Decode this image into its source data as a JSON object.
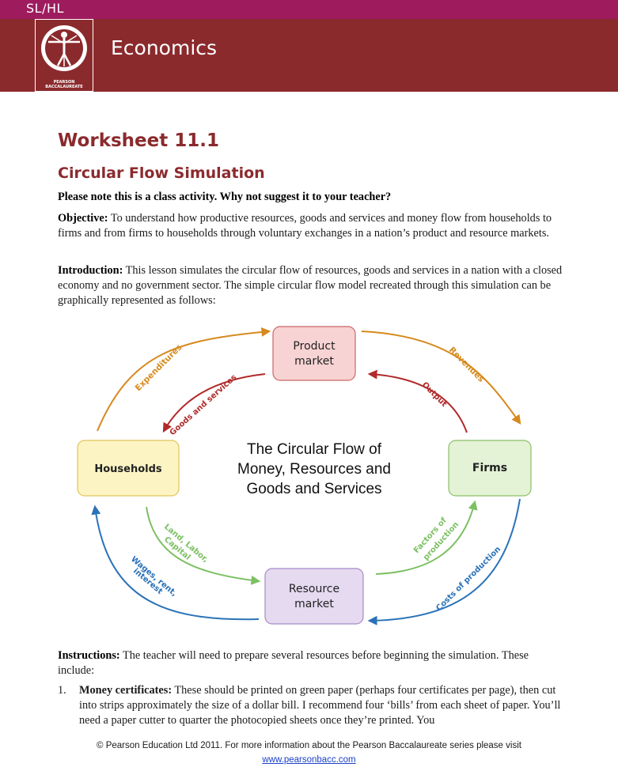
{
  "header": {
    "level": "SL/HL",
    "subject": "Economics",
    "logo_text": [
      "PEARSON",
      "BACCALAUREATE"
    ]
  },
  "worksheet": {
    "title": "Worksheet 11.1",
    "subtitle": "Circular Flow Simulation",
    "note": "Please note this is a class activity. Why not suggest it to your teacher?",
    "objective_label": "Objective:",
    "objective_text": " To understand how productive resources, goods and services and money flow from households to firms and from firms to households through voluntary exchanges in a nation’s product and resource markets.",
    "intro_label": "Introduction:",
    "intro_text": " This lesson simulates the circular flow of resources, goods and services in a nation with a closed economy and no government sector. The simple circular flow model recreated through this simulation can be graphically represented as follows:",
    "instructions_label": "Instructions:",
    "instructions_text": " The teacher will need to prepare several resources before beginning the simulation. These include:",
    "item1_num": "1.",
    "item1_label": "Money certificates:",
    "item1_text": " These should be printed on green paper (perhaps four certificates per page), then cut into strips approximately the size of a dollar bill. I recommend four ‘bills’ from each sheet of paper. You’ll need a paper cutter to quarter the photocopied sheets once they’re printed. You"
  },
  "diagram": {
    "title_lines": [
      "The Circular Flow of",
      "Money, Resources and",
      "Goods and Services"
    ],
    "nodes": {
      "product_market": [
        "Product",
        "market"
      ],
      "households": "Households",
      "firms": "Firms",
      "resource_market": [
        "Resource",
        "market"
      ]
    },
    "flows": {
      "expenditures": "Expenditures",
      "revenues": "Revenues",
      "goods_services": "Goods and services",
      "output": "Output",
      "land_labor_capital": [
        "Land, Labor,",
        "Capital"
      ],
      "factors_production": [
        "Factors of",
        "production"
      ],
      "wages_rent_interest": [
        "Wages, rent,",
        "interest"
      ],
      "costs_production": "Costs of production"
    },
    "colors": {
      "product": "#f8d3d3",
      "product_border": "#cc6666",
      "households": "#fdf4c4",
      "households_border": "#e0c45a",
      "firms": "#e4f2d6",
      "firms_border": "#8cbf6a",
      "resource": "#e5daf0",
      "resource_border": "#a58bc5",
      "money_top": "#d68a1e",
      "goods_top": "#b02a2a",
      "resources_bottom": "#7cc063",
      "money_bottom": "#2a72b8"
    }
  },
  "footer": {
    "text": "© Pearson Education Ltd 2011. For more information about the Pearson Baccalaureate series please visit",
    "link": "www.pearsonbacc.com"
  }
}
